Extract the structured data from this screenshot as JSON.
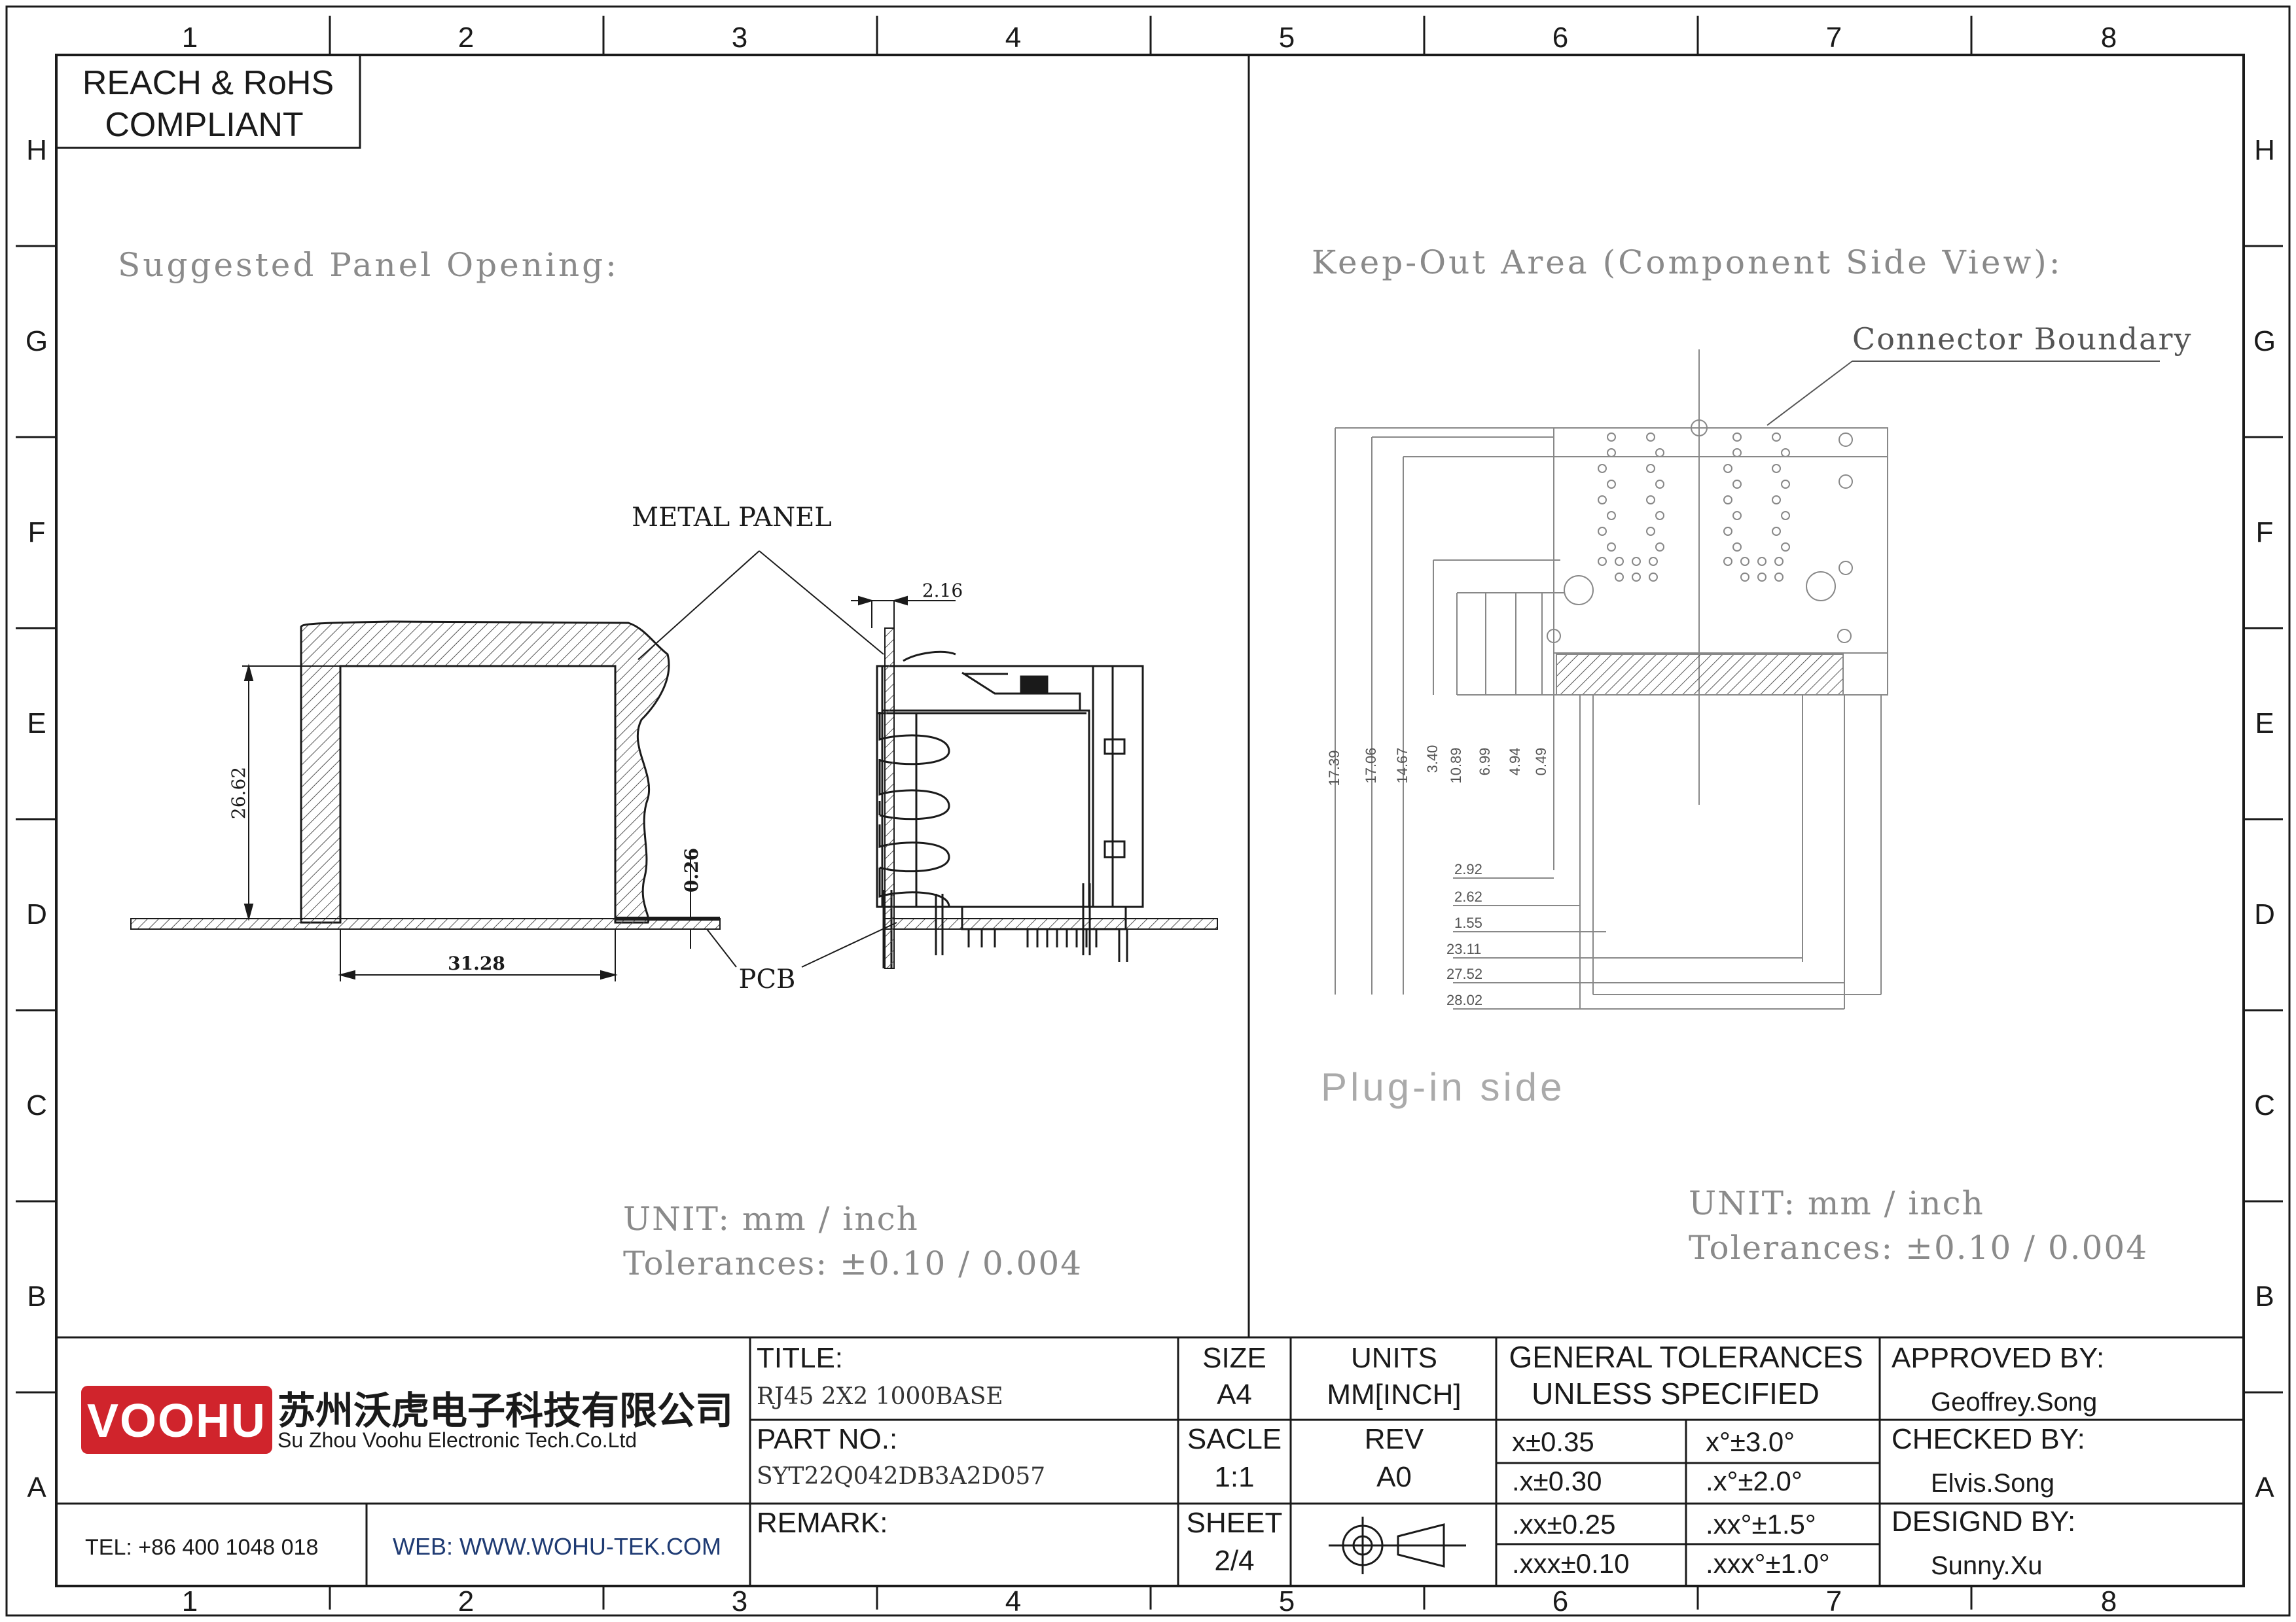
{
  "grid": {
    "cols": [
      "1",
      "2",
      "3",
      "4",
      "5",
      "6",
      "7",
      "8"
    ],
    "rows": [
      "H",
      "G",
      "F",
      "E",
      "D",
      "C",
      "B",
      "A"
    ]
  },
  "compliance": {
    "line1": "REACH & RoHS",
    "line2": "COMPLIANT"
  },
  "left_view": {
    "heading": "Suggested Panel Opening:",
    "metal_panel": "METAL PANEL",
    "pcb": "PCB",
    "dims": {
      "height": "26.62",
      "width": "31.28",
      "offset": "0.26",
      "thickness": "2.16"
    },
    "unit": "UNIT: mm / inch",
    "tolerances": "Tolerances: ±0.10 / 0.004"
  },
  "right_view": {
    "heading": "Keep-Out Area (Component Side View):",
    "boundary": "Connector Boundary",
    "plug_side": "Plug-in side",
    "vertical_dims": [
      "17.39",
      "17.06",
      "14.67",
      "3.40",
      "10.89",
      "6.99",
      "4.94",
      "0.49"
    ],
    "horizontal_dims": [
      "2.92",
      "2.62",
      "1.55",
      "23.11",
      "27.52",
      "28.02"
    ],
    "unit": "UNIT: mm / inch",
    "tolerances": "Tolerances: ±0.10 / 0.004"
  },
  "title_block": {
    "logo_text": "VOOHU",
    "company_cn": "苏州沃虎电子科技有限公司",
    "company_en": "Su Zhou Voohu Electronic Tech.Co.Ltd",
    "tel": "TEL: +86 400 1048 018",
    "web": "WEB: WWW.WOHU-TEK.COM",
    "title_label": "TITLE:",
    "title_value": "RJ45 2X2 1000BASE",
    "part_label": "PART NO.:",
    "part_value": "SYT22Q042DB3A2D057",
    "remark_label": "REMARK:",
    "size_label": "SIZE",
    "size_value": "A4",
    "scale_label": "SACLE",
    "scale_value": "1:1",
    "sheet_label": "SHEET",
    "sheet_value": "2/4",
    "units_label": "UNITS",
    "units_value": "MM[INCH]",
    "rev_label": "REV",
    "rev_value": "A0",
    "gt_line1": "GENERAL TOLERANCES",
    "gt_line2": "UNLESS SPECIFIED",
    "tol": [
      [
        "x±0.35",
        "x°±3.0°"
      ],
      [
        ".x±0.30",
        ".x°±2.0°"
      ],
      [
        ".xx±0.25",
        ".xx°±1.5°"
      ],
      [
        ".xxx±0.10",
        ".xxx°±1.0°"
      ]
    ],
    "approved_label": "APPROVED BY:",
    "approved_value": "Geoffrey.Song",
    "checked_label": "CHECKED BY:",
    "checked_value": "Elvis.Song",
    "design_label": "DESIGND BY:",
    "design_value": "Sunny.Xu"
  },
  "colors": {
    "line": "#1a1a1a",
    "logo_red": "#d0242c",
    "web_blue": "#1f3b73",
    "light_text": "#8a8a8a"
  }
}
